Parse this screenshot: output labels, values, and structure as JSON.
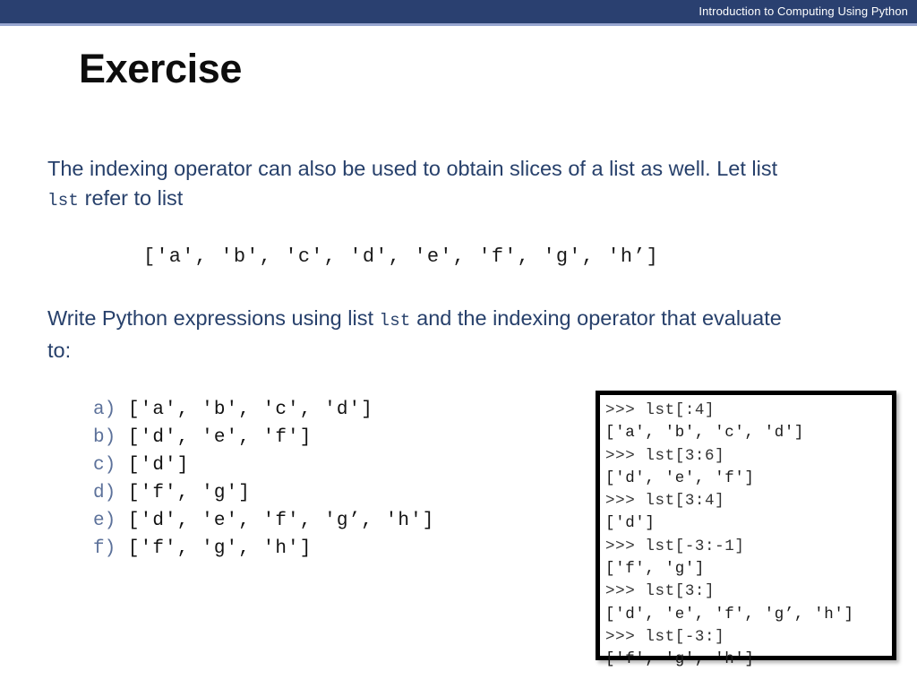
{
  "header": {
    "title": "Introduction to Computing Using Python",
    "bar_color": "#2a4070",
    "underline_color": "#97a6d0",
    "text_color": "#ffffff"
  },
  "slide": {
    "title": "Exercise",
    "title_color": "#0d0d0d",
    "body_color": "#27406b",
    "code_color": "#1a1a1a",
    "marker_color": "#5c719a"
  },
  "body": {
    "para_1_part_1": "The indexing operator can also be used to obtain slices of a list as well. Let list ",
    "para_1_mono": "lst",
    "para_1_part_2": " refer to list",
    "para_2_part_1": "Write Python expressions using list ",
    "para_2_mono": "lst",
    "para_2_part_2": " and the indexing operator that evaluate to:",
    "list_literal": "['a', 'b', 'c', 'd', 'e', 'f', 'g', 'h’]"
  },
  "answers": [
    {
      "marker": "a)",
      "code": " ['a', 'b', 'c', 'd']"
    },
    {
      "marker": "b)",
      "code": " ['d', 'e', 'f']"
    },
    {
      "marker": "c)",
      "code": " ['d']"
    },
    {
      "marker": "d)",
      "code": " ['f', 'g']"
    },
    {
      "marker": "e)",
      "code": " ['d', 'e', 'f', 'g’, 'h']"
    },
    {
      "marker": "f)",
      "code": " ['f', 'g', 'h']"
    }
  ],
  "console": {
    "border_color": "#000000",
    "background": "#ffffff",
    "lines": [
      ">>> lst[:4]",
      "['a', 'b', 'c', 'd']",
      ">>> lst[3:6]",
      "['d', 'e', 'f']",
      ">>> lst[3:4]",
      "['d']",
      ">>> lst[-3:-1]",
      "['f', 'g']",
      ">>> lst[3:]",
      "['d', 'e', 'f', 'g’, 'h']",
      ">>> lst[-3:]",
      "['f', 'g', 'h']"
    ]
  }
}
